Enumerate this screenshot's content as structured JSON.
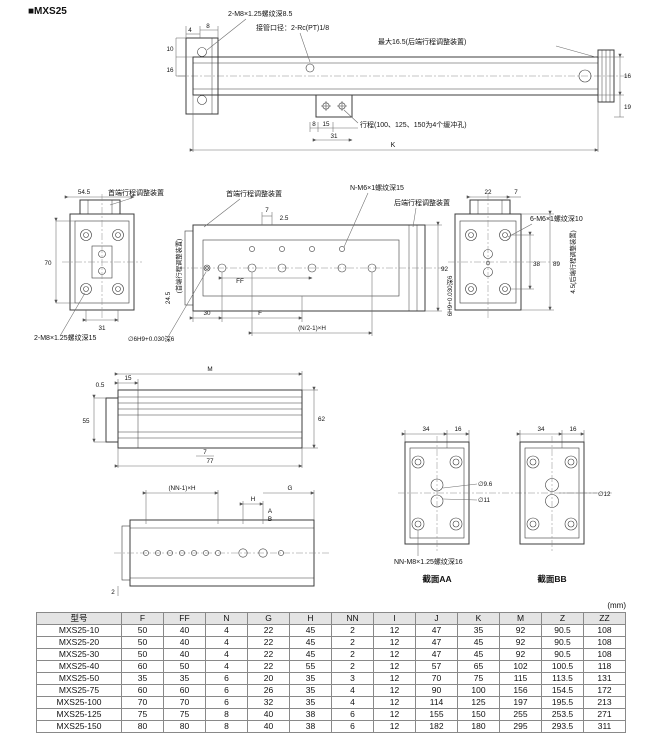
{
  "page": {
    "title": "■MXS25",
    "units_note": "(mm)"
  },
  "top_view": {
    "thread_note": "2-M8×1.25螺纹深8.5",
    "port_note": "接管口径：2-Rc(PT)1/8",
    "max_note": "最大16.5(后端行程调整装置)",
    "cushion_note": "行程(100、125、150为4个缓冲孔)",
    "dim_4": "4",
    "dim_8": "8",
    "dim_10": "10",
    "dim_16_left": "16",
    "dim_16_right": "16",
    "dim_19": "19",
    "dim_8b": "8",
    "dim_15": "15",
    "dim_31": "31",
    "dim_K": "K"
  },
  "left_view": {
    "label_head_adjuster": "首端行程调整装置",
    "dim_54_5": "54.5",
    "dim_70": "70",
    "dim_31": "31",
    "thread_note": "2-M8×1.25螺纹深15"
  },
  "plan_view": {
    "label_head_adjuster": "首端行程调整装置",
    "label_rear_adjuster": "后端行程调整装置",
    "thread_note_n": "N-M6×1螺纹深15",
    "rotated_label": "(首端行程调整装置)",
    "dim_24_5": "24.5",
    "dim_7": "7",
    "dim_2_5": "2.5",
    "dim_92": "92",
    "dim_30": "30",
    "dim_F": "F",
    "dim_FF": "FF",
    "dim_NH": "(N/2-1)×H",
    "pin_note": "∅6H9+0.030深6",
    "pin_note_right": "6H9+0.030深6"
  },
  "right_view": {
    "dim_22": "22",
    "dim_7": "7",
    "thread_note": "6-M6×1螺纹深10",
    "dim_38": "38",
    "dim_89": "89",
    "rotated_note": "4.5(后端行程调整装置)"
  },
  "profile_view": {
    "dim_0_5": "0.5",
    "dim_15": "15",
    "dim_M": "M",
    "dim_55": "55",
    "dim_62": "62",
    "dim_7": "7",
    "dim_77": "77"
  },
  "bottom_view": {
    "dim_nnh": "(NN-1)×H",
    "dim_H": "H",
    "dim_G": "G",
    "dim_A": "A",
    "dim_B": "B",
    "dim_2": "2"
  },
  "sections": {
    "aa": {
      "dim_34": "34",
      "dim_16": "16",
      "dia_1": "∅9.6",
      "dia_2": "∅11",
      "thread_note": "NN-M8×1.25螺纹深16",
      "caption": "截面AA"
    },
    "bb": {
      "dim_34": "34",
      "dim_16": "16",
      "dia_1": "∅12",
      "caption": "截面BB"
    }
  },
  "table": {
    "columns": [
      "型号",
      "F",
      "FF",
      "N",
      "G",
      "H",
      "NN",
      "I",
      "J",
      "K",
      "M",
      "Z",
      "ZZ"
    ],
    "rows": [
      [
        "MXS25-10",
        "50",
        "40",
        "4",
        "22",
        "45",
        "2",
        "12",
        "47",
        "35",
        "92",
        "90.5",
        "108"
      ],
      [
        "MXS25-20",
        "50",
        "40",
        "4",
        "22",
        "45",
        "2",
        "12",
        "47",
        "45",
        "92",
        "90.5",
        "108"
      ],
      [
        "MXS25-30",
        "50",
        "40",
        "4",
        "22",
        "45",
        "2",
        "12",
        "47",
        "45",
        "92",
        "90.5",
        "108"
      ],
      [
        "MXS25-40",
        "60",
        "50",
        "4",
        "22",
        "55",
        "2",
        "12",
        "57",
        "65",
        "102",
        "100.5",
        "118"
      ],
      [
        "MXS25-50",
        "35",
        "35",
        "6",
        "20",
        "35",
        "3",
        "12",
        "70",
        "75",
        "115",
        "113.5",
        "131"
      ],
      [
        "MXS25-75",
        "60",
        "60",
        "6",
        "26",
        "35",
        "4",
        "12",
        "90",
        "100",
        "156",
        "154.5",
        "172"
      ],
      [
        "MXS25-100",
        "70",
        "70",
        "6",
        "32",
        "35",
        "4",
        "12",
        "114",
        "125",
        "197",
        "195.5",
        "213"
      ],
      [
        "MXS25-125",
        "75",
        "75",
        "8",
        "40",
        "38",
        "6",
        "12",
        "155",
        "150",
        "255",
        "253.5",
        "271"
      ],
      [
        "MXS25-150",
        "80",
        "80",
        "8",
        "40",
        "38",
        "6",
        "12",
        "182",
        "180",
        "295",
        "293.5",
        "311"
      ]
    ]
  }
}
